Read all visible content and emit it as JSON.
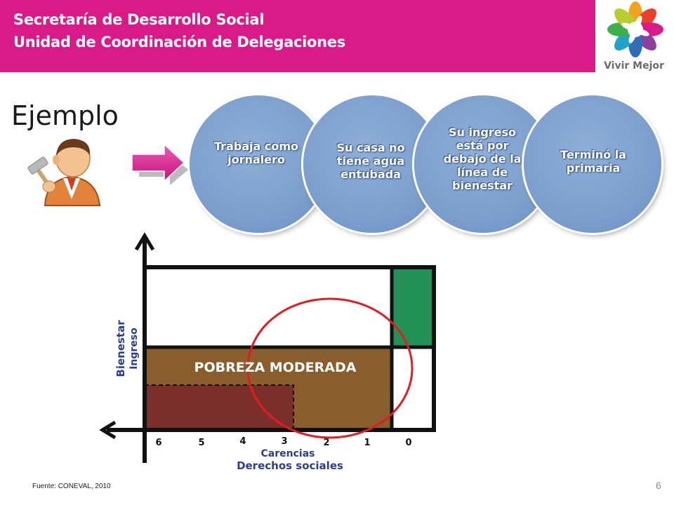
{
  "header": {
    "line1": "Secretaría de Desarrollo Social",
    "line2": "Unidad de Coordinación de Delegaciones",
    "color": "#d81b87"
  },
  "logo": {
    "text": "Vivir Mejor",
    "icon": "flower-logo-icon"
  },
  "title": "Ejemplo",
  "figure": {
    "icon": "worker-hammer-icon",
    "arrow": "arrow-right-icon"
  },
  "circles": [
    {
      "label": "Trabaja como jornalero"
    },
    {
      "label": "Su casa no tiene agua entubada"
    },
    {
      "label": "Su ingreso está por debajo de la línea de bienestar"
    },
    {
      "label": "Terminó la primaria"
    }
  ],
  "diagram": {
    "y_label_1": "Bienestar",
    "y_label_2": "Ingreso",
    "x_label_1": "Carencias",
    "x_label_2": "Derechos sociales",
    "x_ticks": [
      "6",
      "5",
      "4",
      "3",
      "2",
      "1",
      "0"
    ],
    "region_label": "POBREZA MODERADA",
    "colors": {
      "poverty": "#8a5e2c",
      "extreme": "#7b2f2a",
      "vulnerable": "#239056",
      "highlight": "#e31b23",
      "axis_label": "#2b3f8f"
    }
  },
  "footnote": "Fuente: CONEVAL, 2010",
  "page_number": "6"
}
